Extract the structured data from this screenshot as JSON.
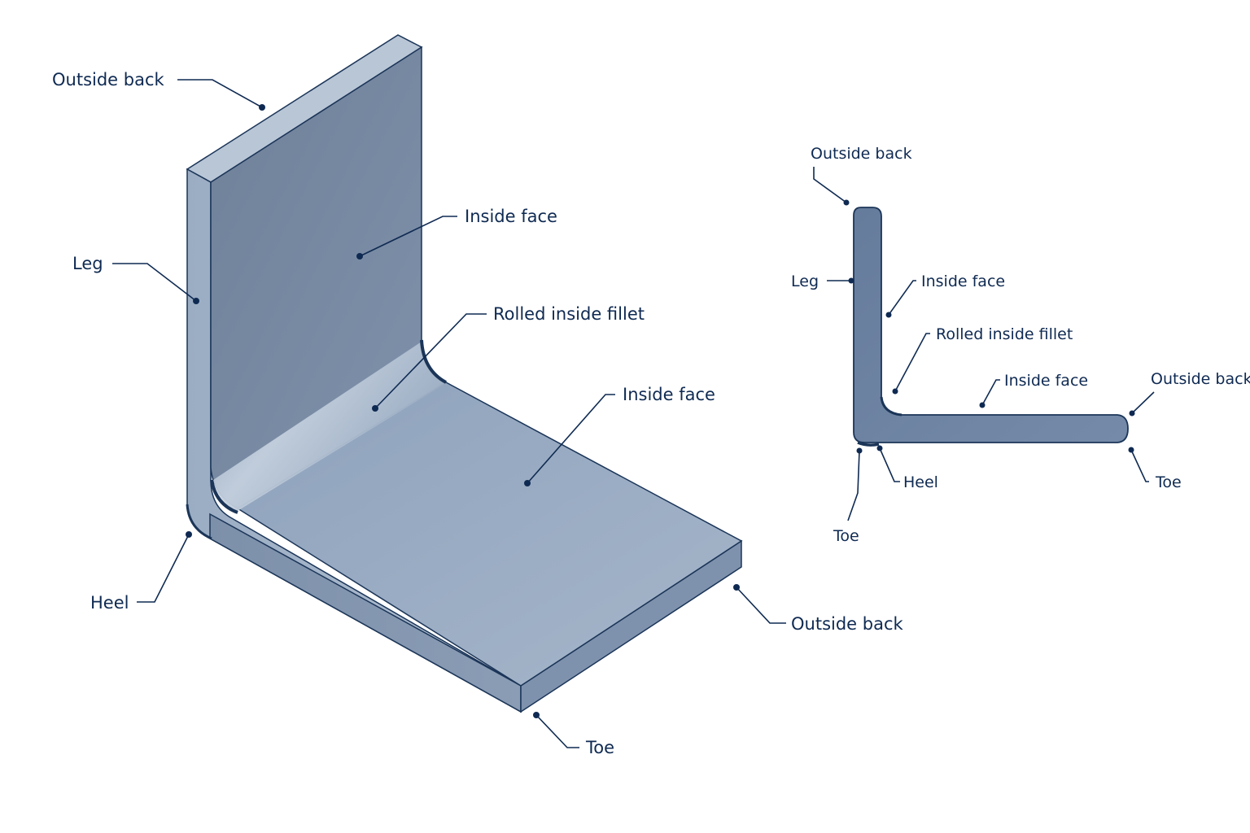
{
  "colors": {
    "label": "#0f2a52",
    "steel_light": "#a9b8cc",
    "steel_mid": "#8599b2",
    "steel_dark": "#6f819c",
    "section_fill": "#6e84a3",
    "edge": "#1b3558"
  },
  "isometric_view": {
    "labels": {
      "outside_back_top": "Outside back",
      "leg": "Leg",
      "inside_face_vertical": "Inside face",
      "rolled_inside_fillet": "Rolled inside fillet",
      "inside_face_horizontal": "Inside face",
      "heel": "Heel",
      "outside_back_right": "Outside back",
      "toe": "Toe"
    }
  },
  "section_view": {
    "labels": {
      "outside_back_top": "Outside back",
      "leg": "Leg",
      "inside_face_vertical": "Inside face",
      "rolled_inside_fillet": "Rolled inside fillet",
      "inside_face_horizontal": "Inside face",
      "outside_back_right": "Outside back",
      "heel": "Heel",
      "toe_right": "Toe",
      "toe_bottom": "Toe"
    }
  }
}
